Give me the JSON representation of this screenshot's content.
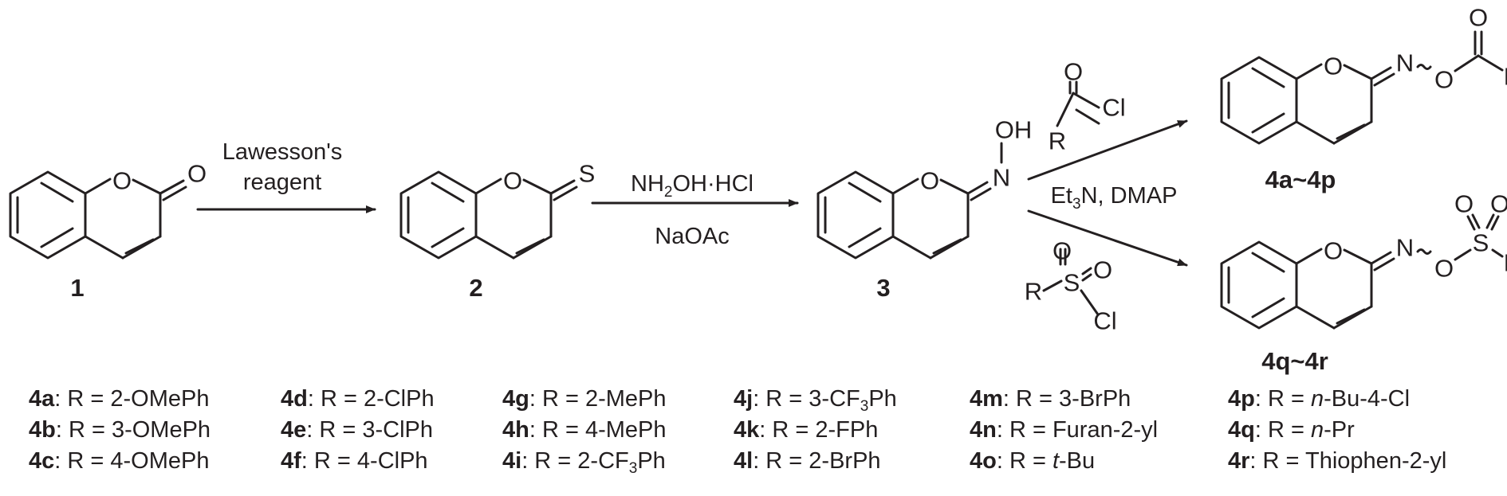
{
  "scheme": {
    "compounds": {
      "c1": "1",
      "c2": "2",
      "c3": "3",
      "c4ap": "4a~4p",
      "c4qr": "4q~4r"
    },
    "atoms": {
      "O": "O",
      "S": "S",
      "N": "N",
      "OH": "OH",
      "Cl": "Cl",
      "R": "R"
    },
    "conditions": {
      "step1_line1": "Lawesson's",
      "step1_line2": "reagent",
      "step2_reagent_a": "NH",
      "step2_reagent_sub": "2",
      "step2_reagent_b": "OH·HCl",
      "step2_base": "NaOAc",
      "step3_base_a": "Et",
      "step3_base_sub": "3",
      "step3_base_b": "N, DMAP"
    }
  },
  "legend": [
    [
      {
        "id": "4a",
        "pre": ": R = ",
        "r": "2-OMePh"
      },
      {
        "id": "4b",
        "pre": ": R = ",
        "r": "3-OMePh"
      },
      {
        "id": "4c",
        "pre": ": R = ",
        "r": "4-OMePh"
      }
    ],
    [
      {
        "id": "4d",
        "pre": ": R = ",
        "r": "2-ClPh"
      },
      {
        "id": "4e",
        "pre": ": R = ",
        "r": "3-ClPh"
      },
      {
        "id": "4f",
        "pre": ": R = ",
        "r": "4-ClPh"
      }
    ],
    [
      {
        "id": "4g",
        "pre": ": R = ",
        "r": "2-MePh"
      },
      {
        "id": "4h",
        "pre": ": R = ",
        "r": "4-MePh"
      },
      {
        "id": "4i",
        "pre": ": R = ",
        "r": "2-CF",
        "sub": "3",
        "r2": "Ph"
      }
    ],
    [
      {
        "id": "4j",
        "pre": ": R = ",
        "r": "3-CF",
        "sub": "3",
        "r2": "Ph"
      },
      {
        "id": "4k",
        "pre": ": R = ",
        "r": "2-FPh"
      },
      {
        "id": "4l",
        "pre": ": R = ",
        "r": "2-BrPh"
      }
    ],
    [
      {
        "id": "4m",
        "pre": ": R = ",
        "r": "3-BrPh"
      },
      {
        "id": "4n",
        "pre": ": R = ",
        "r": "Furan-2-yl"
      },
      {
        "id": "4o",
        "pre": ": R = ",
        "ital": "t",
        "r2": "-Bu"
      }
    ],
    [
      {
        "id": "4p",
        "pre": ": R = ",
        "ital": "n",
        "r2": "-Bu-4-Cl"
      },
      {
        "id": "4q",
        "pre": ": R = ",
        "ital": "n",
        "r2": "-Pr"
      },
      {
        "id": "4r",
        "pre": ": R = ",
        "r": "Thiophen-2-yl"
      }
    ]
  ]
}
